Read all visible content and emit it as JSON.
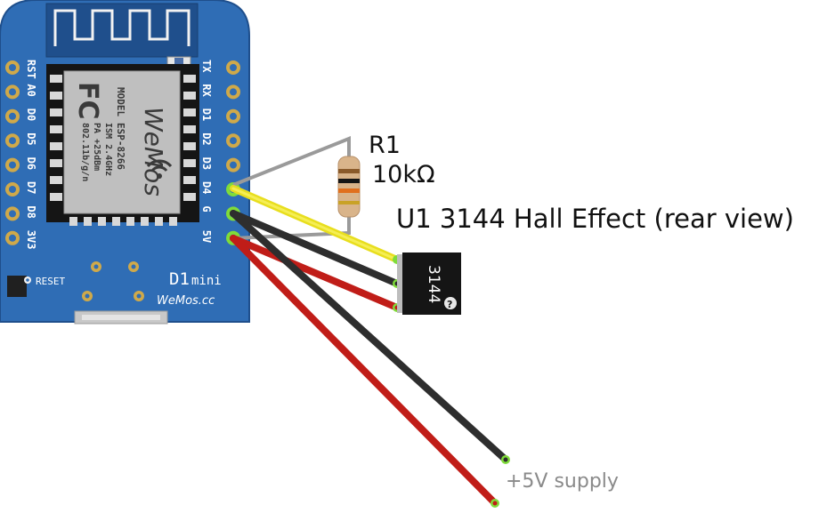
{
  "board": {
    "name_prefix": "D1",
    "name_suffix": "mini",
    "brand": "WeMos.cc",
    "reset_label": "RESET",
    "left_pins": [
      "RST",
      "A0",
      "D0",
      "D5",
      "D6",
      "D7",
      "D8",
      "3V3"
    ],
    "right_pins": [
      "TX",
      "RX",
      "D1",
      "D2",
      "D3",
      "D4",
      "G",
      "5V"
    ],
    "module": {
      "logo": "WeMos",
      "fcc": "FC",
      "model_label": "MODEL",
      "model": "ESP-8266",
      "ism": "ISM 2.4GHz",
      "pa": "PA +25dBm",
      "wifi": "802.11b/g/n"
    }
  },
  "resistor": {
    "name": "R1",
    "value": "10kΩ"
  },
  "sensor": {
    "title": "U1 3144 Hall Effect (rear view)",
    "marking": "3144",
    "badge": "?"
  },
  "supply": {
    "label": "+5V supply"
  },
  "colors": {
    "pcb": "#2f6db5",
    "pcb_edge": "#1f4f8c",
    "wire_signal": "#f0e62a",
    "wire_ground": "#3a3a3a",
    "wire_power": "#c8201c",
    "wire_resistor": "#9a9a9a",
    "pin_highlight": "#7fdc3a"
  }
}
